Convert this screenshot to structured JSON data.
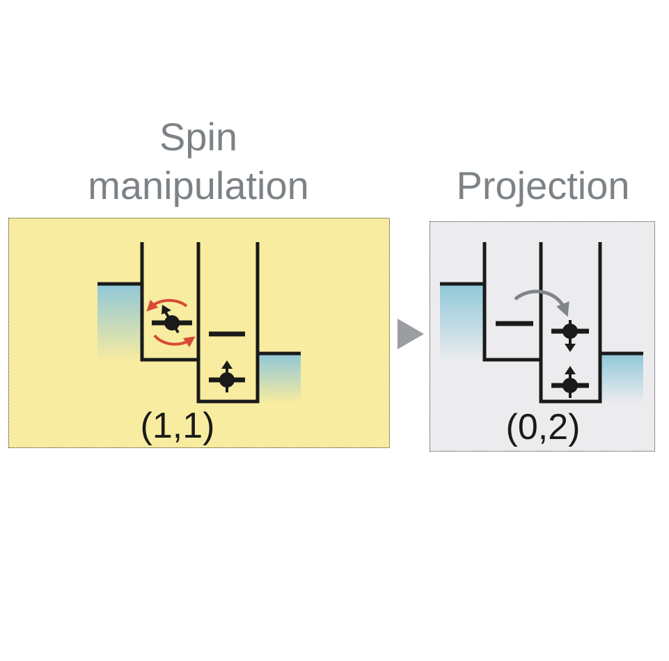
{
  "diagram": {
    "left": {
      "title_line1": "Spin",
      "title_line2": "manipulation",
      "state": "(1,1)",
      "background": "#f8eca0"
    },
    "right": {
      "title": "Projection",
      "state": "(0,2)",
      "background": "#ececee"
    },
    "arrow_icon": "right-triangle",
    "colors": {
      "title": "#7d8286",
      "line": "#1a1a1a",
      "rotation_arrow": "#d84a35",
      "transfer_arrow": "#808488",
      "reservoir_top": "#8fc7d9"
    }
  }
}
